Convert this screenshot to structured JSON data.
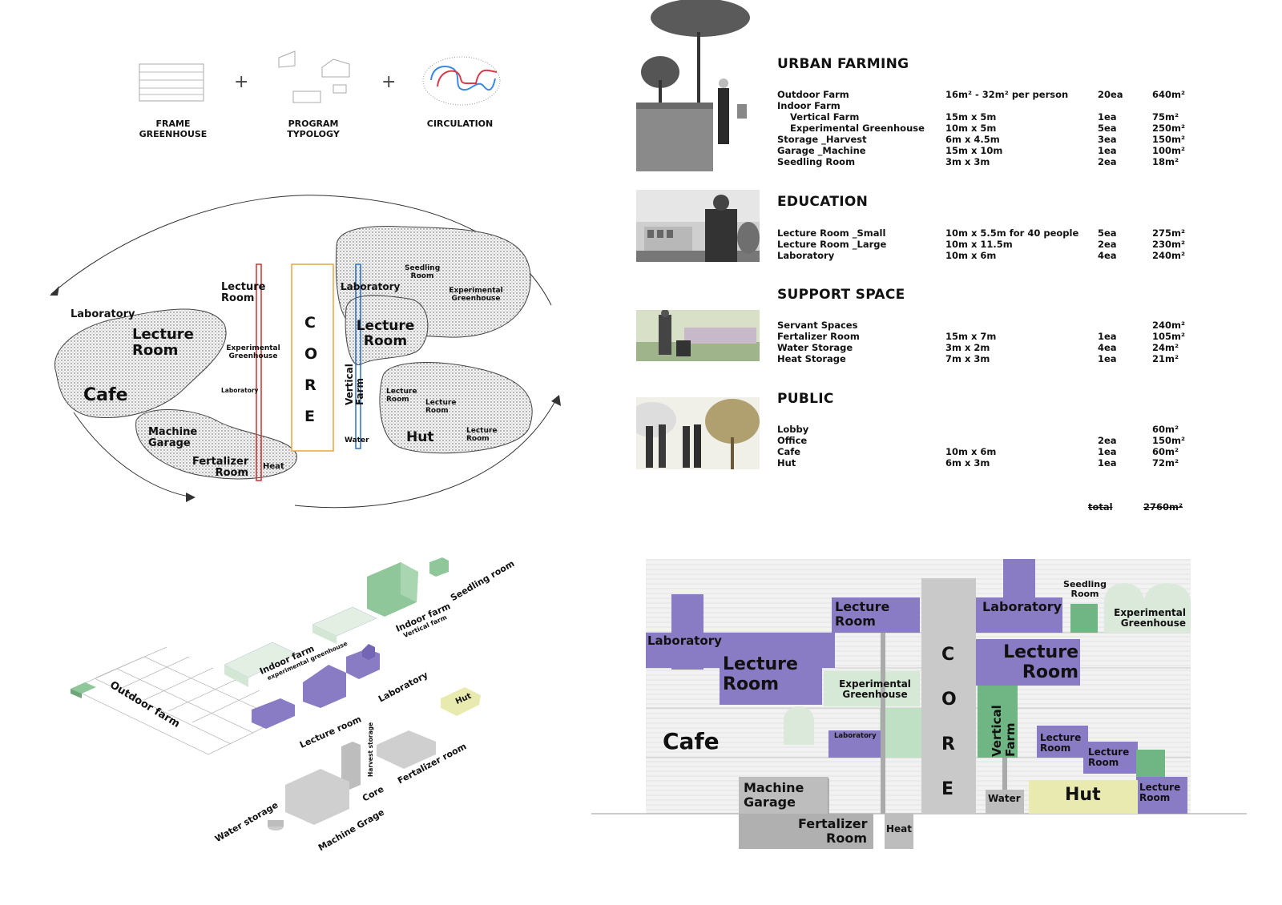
{
  "concept": {
    "frame_label": "FRAME\nGREENHOUSE",
    "program_label": "PROGRAM\nTYPOLOGY",
    "circulation_label": "CIRCULATION",
    "plus": "+"
  },
  "bubble": {
    "cafe": "Cafe",
    "lecture_room_left": "Lecture\nRoom",
    "laboratory_left": "Laboratory",
    "machine_garage": "Machine\nGarage",
    "fertalizer_room": "Fertalizer\nRoom",
    "heat": "Heat",
    "lecture_room_strip": "Lecture\nRoom",
    "experimental_greenhouse_strip": "Experimental\nGreenhouse",
    "laboratory_strip": "Laboratory",
    "core": "C\nO\nR\nE",
    "laboratory_right": "Laboratory",
    "seedling_room": "Seedling\nRoom",
    "experimental_greenhouse_right": "Experimental\nGreenhouse",
    "lecture_room_center": "Lecture\nRoom",
    "vertical_farm": "Vertical\nFarm",
    "water": "Water",
    "lecture_room_a": "Lecture\nRoom",
    "lecture_room_b": "Lecture\nRoom",
    "hut": "Hut",
    "lecture_room_c": "Lecture\nRoom"
  },
  "program": {
    "sections": [
      {
        "title": "URBAN FARMING",
        "rows": [
          {
            "name": "Outdoor Farm",
            "size": "16m² - 32m² per person",
            "qty": "20ea",
            "area": "640m²",
            "indent": false
          },
          {
            "name": "Indoor Farm",
            "size": "",
            "qty": "",
            "area": "",
            "indent": false
          },
          {
            "name": "Vertical Farm",
            "size": "15m x 5m",
            "qty": "1ea",
            "area": "75m²",
            "indent": true
          },
          {
            "name": "Experimental Greenhouse",
            "size": "10m x 5m",
            "qty": "5ea",
            "area": "250m²",
            "indent": true
          },
          {
            "name": "Storage _Harvest",
            "size": "6m x 4.5m",
            "qty": "3ea",
            "area": "150m²",
            "indent": false
          },
          {
            "name": "Garage _Machine",
            "size": "15m x 10m",
            "qty": "1ea",
            "area": "100m²",
            "indent": false
          },
          {
            "name": "Seedling Room",
            "size": "3m x 3m",
            "qty": "2ea",
            "area": "18m²",
            "indent": false
          }
        ]
      },
      {
        "title": "EDUCATION",
        "rows": [
          {
            "name": "Lecture Room _Small",
            "size": "10m x 5.5m for 40 people",
            "qty": "5ea",
            "area": "275m²",
            "indent": false
          },
          {
            "name": "Lecture Room _Large",
            "size": "10m x 11.5m",
            "qty": "2ea",
            "area": "230m²",
            "indent": false
          },
          {
            "name": "Laboratory",
            "size": "10m x 6m",
            "qty": "4ea",
            "area": "240m²",
            "indent": false
          }
        ]
      },
      {
        "title": "SUPPORT SPACE",
        "rows": [
          {
            "name": "Servant Spaces",
            "size": "",
            "qty": "",
            "area": "240m²",
            "indent": false
          },
          {
            "name": "Fertalizer Room",
            "size": "15m x 7m",
            "qty": "1ea",
            "area": "105m²",
            "indent": false
          },
          {
            "name": "Water Storage",
            "size": "3m x 2m",
            "qty": "4ea",
            "area": "24m²",
            "indent": false
          },
          {
            "name": "Heat Storage",
            "size": "7m x 3m",
            "qty": "1ea",
            "area": "21m²",
            "indent": false
          }
        ]
      },
      {
        "title": "PUBLIC",
        "rows": [
          {
            "name": "Lobby",
            "size": "",
            "qty": "",
            "area": "60m²",
            "indent": false
          },
          {
            "name": "Office",
            "size": "",
            "qty": "2ea",
            "area": "150m²",
            "indent": false
          },
          {
            "name": "Cafe",
            "size": "10m x 6m",
            "qty": "1ea",
            "area": "60m²",
            "indent": false
          },
          {
            "name": "Hut",
            "size": "6m x 3m",
            "qty": "1ea",
            "area": "72m²",
            "indent": false
          }
        ]
      }
    ],
    "total_label": "total",
    "total_value": "2760m²"
  },
  "iso": {
    "outdoor_farm": "Outdoor farm",
    "indoor_farm_1": "Indoor farm",
    "experimental_greenhouse": "experimental greenhouse",
    "indoor_farm_2": "Indoor farm",
    "vertical_farm": "Vertical farm",
    "seedling_room": "Seedling room",
    "laboratory": "Laboratory",
    "lecture_room": "Lecture room",
    "hut": "Hut",
    "harvest_storage": "Harvest storage",
    "fertalizer_room": "Fertalizer room",
    "core": "Core",
    "water_storage": "Water storage",
    "machine_grage": "Machine Grage"
  },
  "section": {
    "laboratory_left": "Laboratory",
    "lecture_room_big": "Lecture\nRoom",
    "cafe": "Cafe",
    "lecture_room_top": "Lecture\nRoom",
    "experimental_greenhouse_mid": "Experimental\nGreenhouse",
    "laboratory_small": "Laboratory",
    "machine_garage": "Machine\nGarage",
    "fertalizer_room": "Fertalizer\nRoom",
    "heat": "Heat",
    "core": "C\nO\nR\nE",
    "laboratory_top": "Laboratory",
    "seedling_room": "Seedling\nRoom",
    "experimental_greenhouse_right": "Experimental\nGreenhouse",
    "lecture_room_right": "Lecture\nRoom",
    "vertical_farm": "Vertical\nFarm",
    "lecture_room_s1": "Lecture\nRoom",
    "lecture_room_s2": "Lecture\nRoom",
    "lecture_room_s3": "Lecture\nRoom",
    "water": "Water",
    "hut": "Hut"
  },
  "colors": {
    "purple": "#8a7cc4",
    "green": "#8fc79a",
    "green_light": "#cfe3cf",
    "yellow": "#e9eab0",
    "grey": "#b5b5b5",
    "red": "#d32f2f",
    "blue": "#2a6fc9",
    "orange": "#e8a33c"
  }
}
